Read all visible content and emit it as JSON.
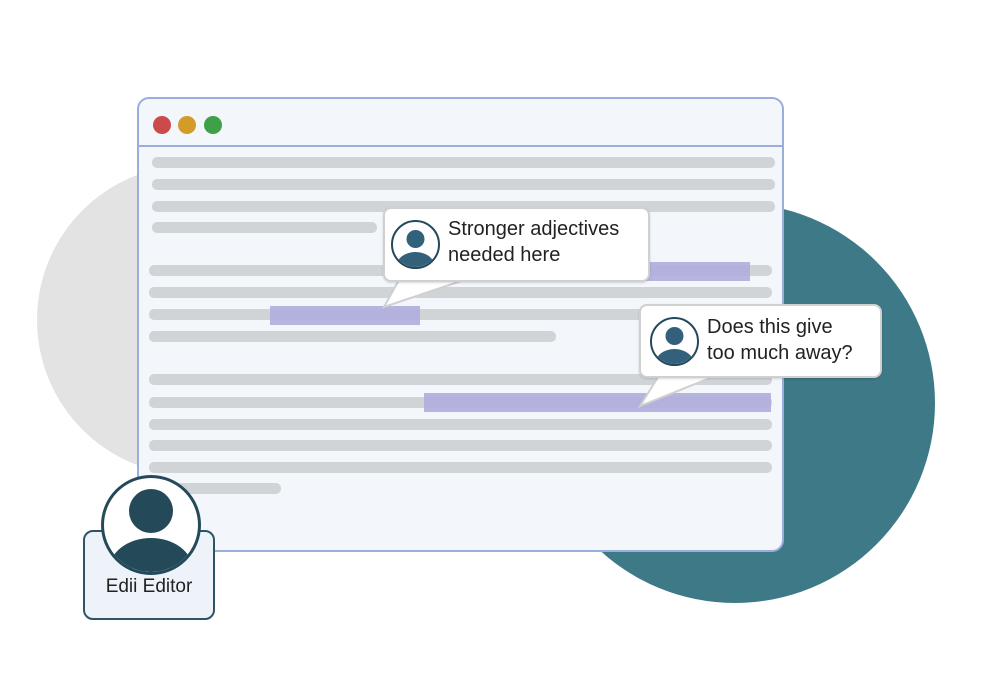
{
  "comments": [
    {
      "text_line1": "Stronger adjectives",
      "text_line2": "needed here"
    },
    {
      "text_line1": "Does this give",
      "text_line2": "too much away?"
    }
  ],
  "user": {
    "name": "Edii Editor"
  },
  "colors": {
    "teal": "#3d7987",
    "highlight": "#aeaedd",
    "avatar": "#244a5a"
  }
}
